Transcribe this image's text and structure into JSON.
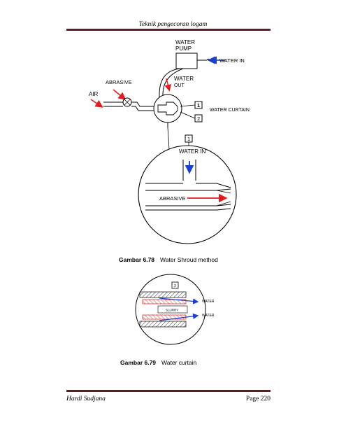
{
  "header": {
    "title": "Teknik pengecoran logam"
  },
  "figure1": {
    "labels": {
      "water_pump": [
        "WATER",
        "PUMP"
      ],
      "water_in_top": "WATER IN",
      "abrasive_top": "ABRASIVE",
      "water_out": [
        "WATER",
        "OUT"
      ],
      "air": "AIR",
      "box1": "1",
      "box2": "2",
      "water_curtain": "WATER CURTAIN",
      "box1_lower": "1",
      "water_in_detail": "WATER IN",
      "abrasive_detail": "ABRASIVE"
    },
    "caption_num": "Gambar 6.78",
    "caption_text": "Water Shroud method"
  },
  "figure2": {
    "labels": {
      "box2": "2",
      "water_top": "WATER",
      "slurry": "SLURRY",
      "water_bottom": "WATER"
    },
    "caption_num": "Gambar 6.79",
    "caption_text": "Water curtain"
  },
  "footer": {
    "author": "Hardi Sudjana",
    "page": "Page 220"
  },
  "colors": {
    "rule": "#5b1f24",
    "arrow_red": "#e11d1d",
    "arrow_blue": "#1a3fd1"
  }
}
